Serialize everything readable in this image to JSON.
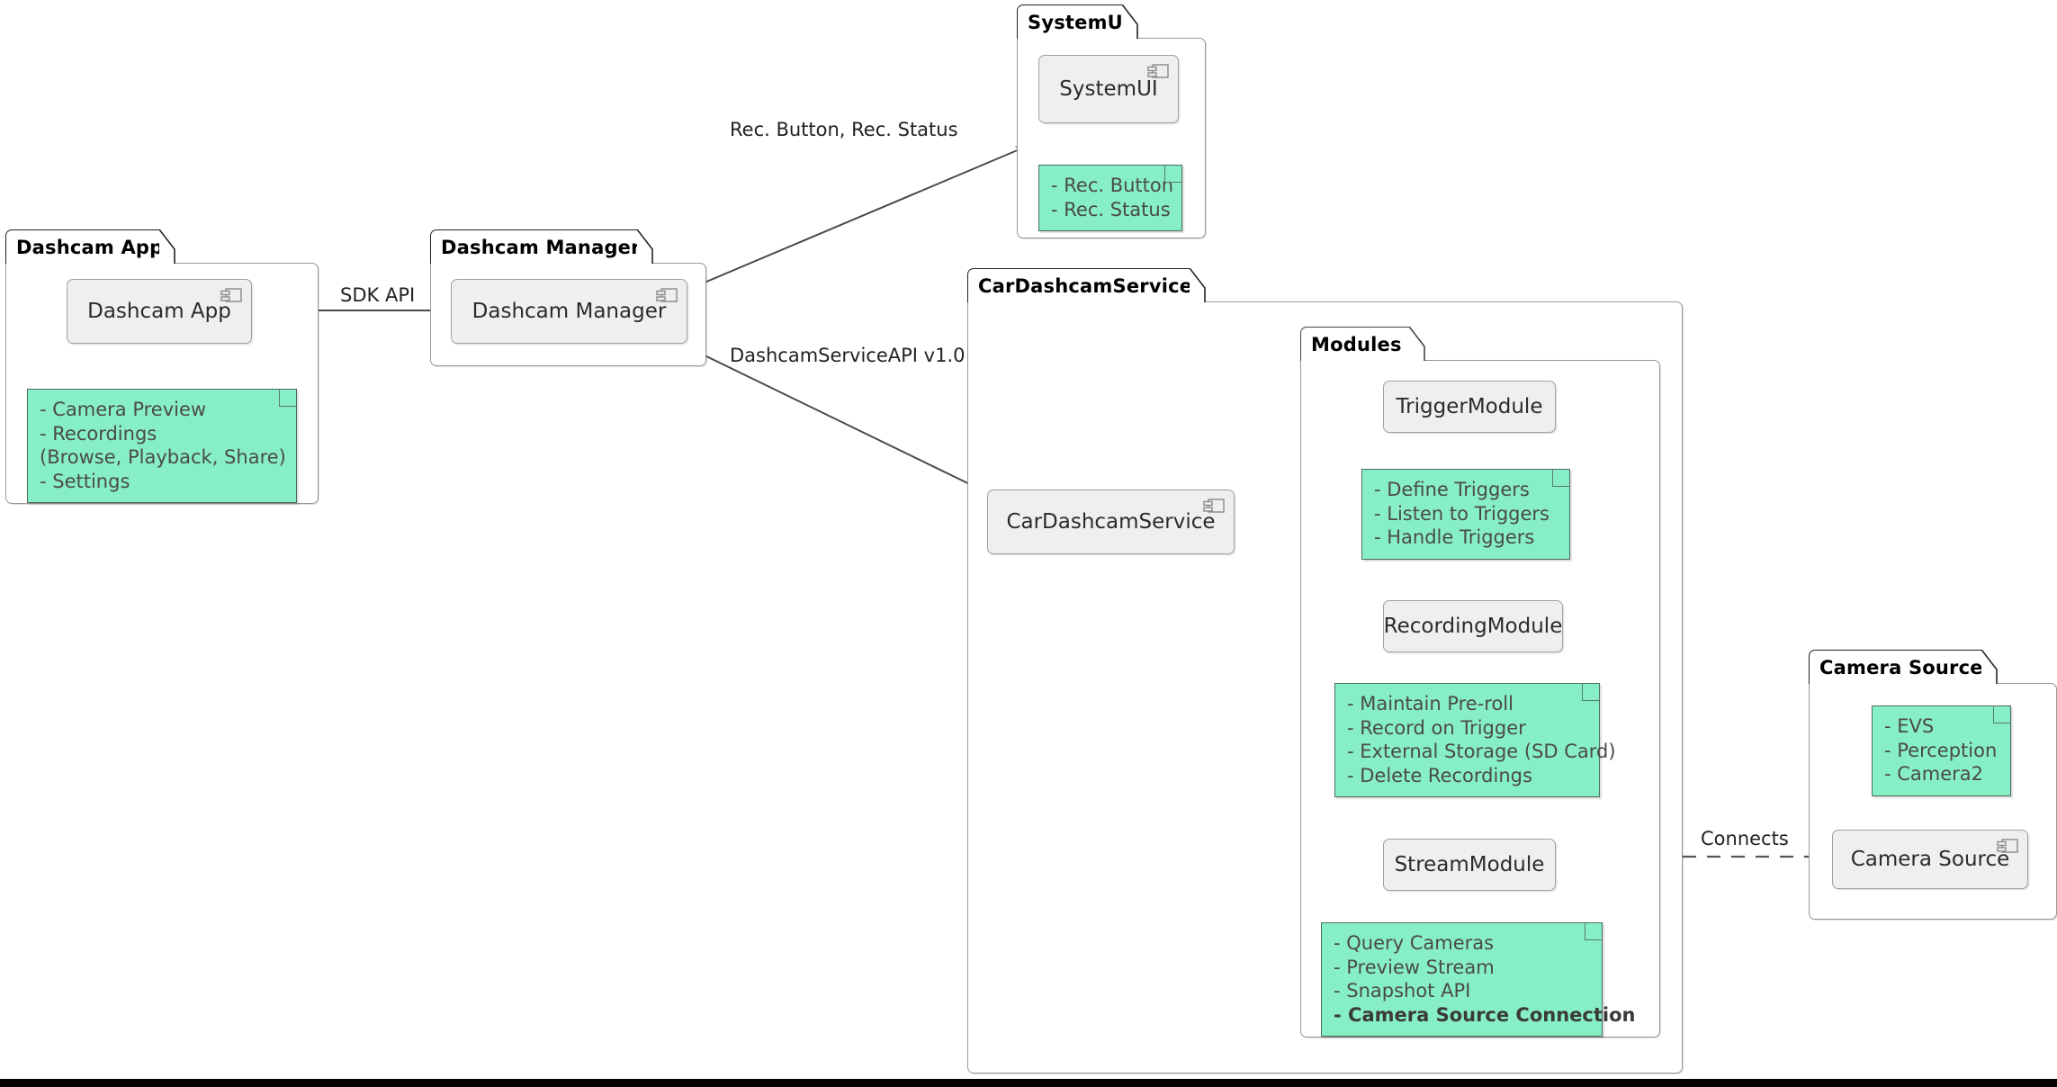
{
  "diagram": {
    "type": "uml-component-diagram",
    "colors": {
      "note_fill": "#87EFC6",
      "note_border": "#4f6b5e",
      "component_fill": "#EFEFEF",
      "component_border": "#A0A0A0",
      "package_border": "#999999",
      "line": "#555555",
      "text": "#2b2b2b"
    }
  },
  "packages": {
    "dashcam_app": {
      "title": "Dashcam App"
    },
    "dashcam_manager": {
      "title": "Dashcam Manager"
    },
    "system_ui": {
      "title": "SystemUI"
    },
    "car_dashcam_service": {
      "title": "CarDashcamService"
    },
    "modules": {
      "title": "Modules"
    },
    "camera_source": {
      "title": "Camera Source"
    }
  },
  "components": {
    "dashcam_app": {
      "label": "Dashcam App",
      "icon": "uml-component-icon"
    },
    "dashcam_manager": {
      "label": "Dashcam Manager",
      "icon": "uml-component-icon"
    },
    "system_ui": {
      "label": "SystemUI",
      "icon": "uml-component-icon"
    },
    "car_dashcam_service": {
      "label": "CarDashcamService",
      "icon": "uml-component-icon"
    },
    "trigger_module": {
      "label": "TriggerModule"
    },
    "recording_module": {
      "label": "RecordingModule"
    },
    "stream_module": {
      "label": "StreamModule"
    },
    "camera_source": {
      "label": "Camera Source",
      "icon": "uml-component-icon"
    }
  },
  "notes": {
    "dashcam_app": {
      "lines": [
        {
          "text": "- Camera Preview",
          "bold": false
        },
        {
          "text": "- Recordings",
          "bold": false
        },
        {
          "text": "  (Browse, Playback, Share)",
          "bold": false
        },
        {
          "text": "- Settings",
          "bold": false
        }
      ]
    },
    "system_ui": {
      "lines": [
        {
          "text": "- Rec. Button",
          "bold": false
        },
        {
          "text": "- Rec. Status",
          "bold": false
        }
      ]
    },
    "trigger_module": {
      "lines": [
        {
          "text": "- Define Triggers",
          "bold": false
        },
        {
          "text": "- Listen to Triggers",
          "bold": false
        },
        {
          "text": "- Handle Triggers",
          "bold": false
        }
      ]
    },
    "recording_module": {
      "lines": [
        {
          "text": "- Maintain Pre-roll",
          "bold": false
        },
        {
          "text": "- Record on Trigger",
          "bold": false
        },
        {
          "text": "- External Storage (SD Card)",
          "bold": false
        },
        {
          "text": "- Delete Recordings",
          "bold": false
        }
      ]
    },
    "stream_module": {
      "lines": [
        {
          "text": "- Query Cameras",
          "bold": false
        },
        {
          "text": "- Preview Stream",
          "bold": false
        },
        {
          "text": "- Snapshot API",
          "bold": false
        },
        {
          "text": "- Camera Source Connection",
          "bold": true
        }
      ]
    },
    "camera_source": {
      "lines": [
        {
          "text": "- EVS",
          "bold": false
        },
        {
          "text": "- Perception",
          "bold": false
        },
        {
          "text": "- Camera2",
          "bold": false
        }
      ]
    }
  },
  "edges": {
    "sdk_api": {
      "label": "SDK API",
      "from": "Dashcam App",
      "to": "Dashcam Manager",
      "style": "solid-arrow"
    },
    "rec_button_status": {
      "label": "Rec. Button, Rec. Status",
      "from": "Dashcam Manager",
      "to": "SystemUI",
      "style": "solid-arrow"
    },
    "service_api": {
      "label": "DashcamServiceAPI v1.0",
      "from": "Dashcam Manager",
      "to": "CarDashcamService",
      "style": "solid-arrow"
    },
    "to_trigger": {
      "label": "",
      "from": "CarDashcamService",
      "to": "TriggerModule",
      "style": "solid-arrow"
    },
    "to_recording": {
      "label": "",
      "from": "CarDashcamService",
      "to": "RecordingModule",
      "style": "solid-arrow"
    },
    "to_stream": {
      "label": "",
      "from": "CarDashcamService",
      "to": "StreamModule",
      "style": "solid-arrow-curved"
    },
    "connects": {
      "label": "Connects",
      "from": "StreamModule",
      "to": "Camera Source",
      "style": "dashed"
    }
  }
}
